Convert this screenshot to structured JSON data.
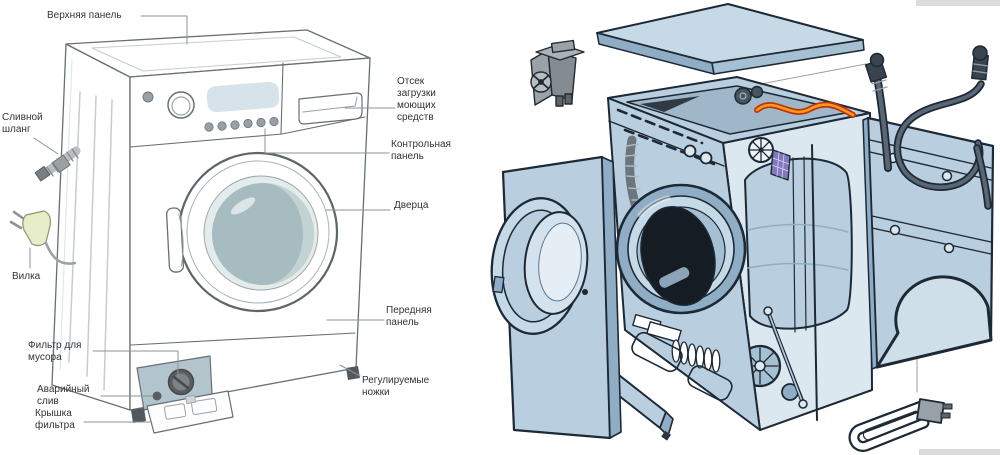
{
  "left_diagram": {
    "labels": [
      {
        "part": "top-panel",
        "text": "Верхняя панель"
      },
      {
        "part": "drain-hose",
        "text": "Сливной шланг"
      },
      {
        "part": "plug",
        "text": "Вилка"
      },
      {
        "part": "debris-filter",
        "text": "Фильтр для мусора"
      },
      {
        "part": "emergency-drain",
        "text": "Аварийный слив"
      },
      {
        "part": "filter-cover",
        "text": "Крышка фильтра"
      },
      {
        "part": "detergent-compartment",
        "text": "Отсек загрузки моющих средств"
      },
      {
        "part": "control-panel",
        "text": "Контрольная панель"
      },
      {
        "part": "door",
        "text": "Дверца"
      },
      {
        "part": "front-panel",
        "text": "Передняя панель"
      },
      {
        "part": "adjustable-feet",
        "text": "Регулируемые ножки"
      }
    ]
  },
  "colors": {
    "label_text": "#2f3338",
    "leader_line": "#8d9399",
    "left_outline": "#667074",
    "door_glass": "#a6bcc0",
    "display_panel": "#d6e3ea",
    "filter_panel": "#b3c5cc",
    "plug_body": "#e7ecc9",
    "right_fill": "#b9cfe0",
    "right_outline": "#1d2935",
    "heater_orange": "#e8641a",
    "hose_dark": "#39434d",
    "screen_purple": "#8378c0"
  }
}
